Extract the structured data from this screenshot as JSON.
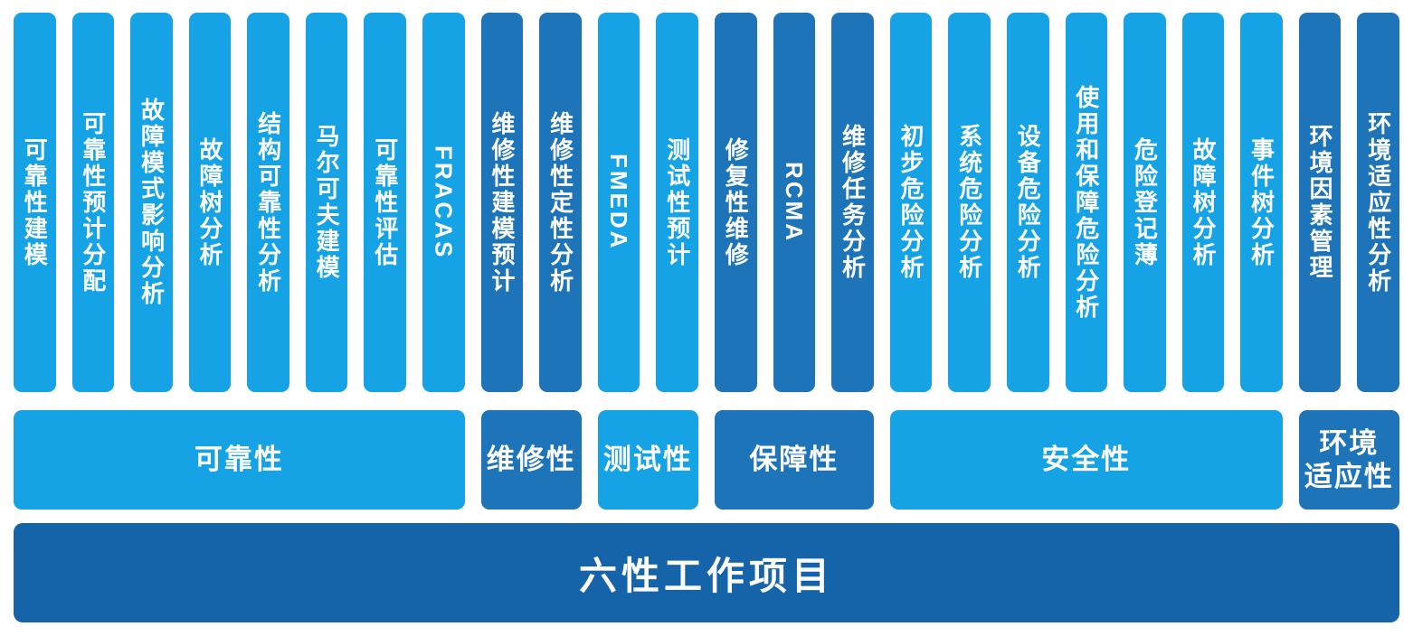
{
  "colors": {
    "light_blue": "#16A3E6",
    "medium_blue": "#1E74B8",
    "dark_blue": "#1563A9",
    "text": "#FFFFFF",
    "background": "#FFFFFF"
  },
  "groups": [
    {
      "label": "可靠性",
      "color": "light",
      "items": [
        "可靠性建模",
        "可靠性预计分配",
        "故障模式影响分析",
        "故障树分析",
        "结构可靠性分析",
        "马尔可夫建模",
        "可靠性评估",
        "FRACAS"
      ]
    },
    {
      "label": "维修性",
      "color": "medium",
      "items": [
        "维修性建模预计",
        "维修性定性分析"
      ]
    },
    {
      "label": "测试性",
      "color": "light",
      "items": [
        "FMEDA",
        "测试性预计"
      ]
    },
    {
      "label": "保障性",
      "color": "medium",
      "items": [
        "修复性维修",
        "RCMA",
        "维修任务分析"
      ]
    },
    {
      "label": "安全性",
      "color": "light",
      "items": [
        "初步危险分析",
        "系统危险分析",
        "设备危险分析",
        "使用和保障危险分析",
        "危险登记薄",
        "故障树分析",
        "事件树分析"
      ]
    },
    {
      "label": "环境\n适应性",
      "color": "medium",
      "items": [
        "环境因素管理",
        "环境适应性分析"
      ]
    }
  ],
  "footer": {
    "title": "六性工作项目"
  }
}
